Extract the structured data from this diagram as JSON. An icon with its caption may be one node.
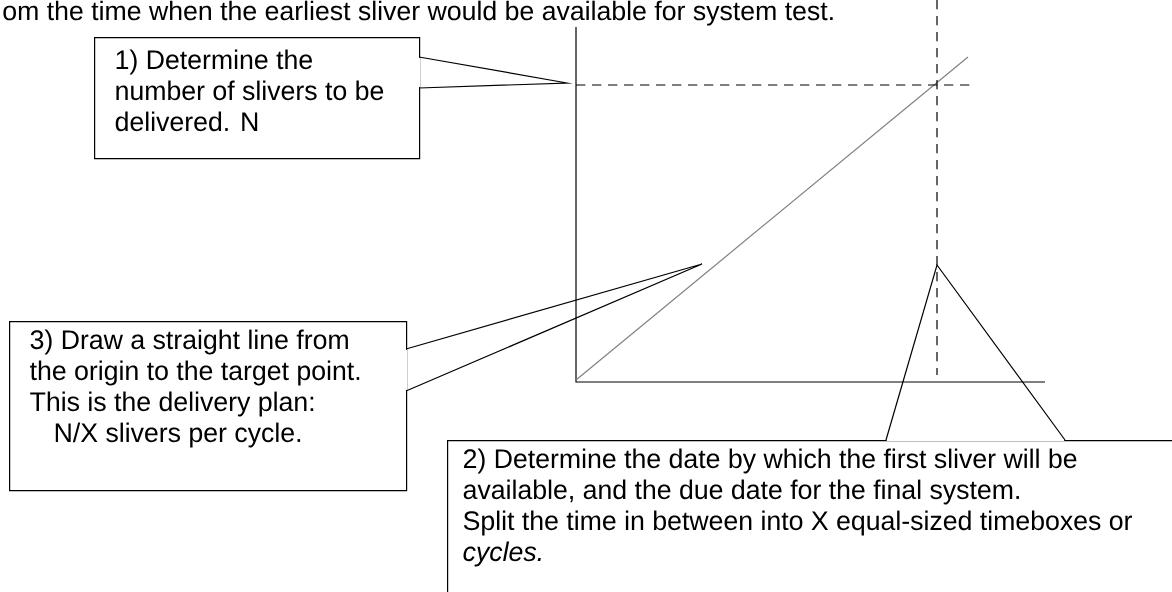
{
  "diagram": {
    "nodes": [
      {
        "text": [
          "1) Determine the number of slivers to be delivered.  N"
        ]
      },
      {
        "text": [
          "2) Determine the date by which the first sliver will be available, and the due date for the final system.",
          "Split the time in between into X equal-sized timeboxes or *cycles.*"
        ]
      },
      {
        "text": [
          "3) Draw a straight line from the origin to the target point.",
          "This is the delivery plan:",
          "N/X slivers per cycle."
        ]
      }
    ],
    "edges": [
      {
        "from": 0,
        "to": null,
        "arrow": "none"
      },
      {
        "from": 1,
        "to": null,
        "arrow": "none"
      },
      {
        "from": 2,
        "to": null,
        "arrow": "none"
      }
    ],
    "labels": [
      "om the time when the earliest sliver would be available for system test."
    ]
  }
}
